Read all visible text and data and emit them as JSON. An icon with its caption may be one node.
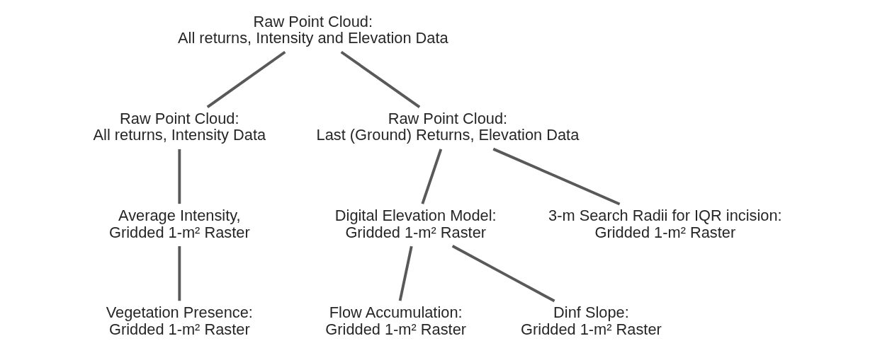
{
  "diagram": {
    "nodes": [
      {
        "text": [
          "Raw Point Cloud: All returns, Intensity and Elevation Data"
        ]
      },
      {
        "text": [
          "Raw Point Cloud: All returns, Intensity Data"
        ]
      },
      {
        "text": [
          "Raw Point Cloud: Last (Ground) Returns, Elevation Data"
        ]
      },
      {
        "text": [
          "Average Intensity, Gridded 1-m² Raster"
        ]
      },
      {
        "text": [
          "Digital Elevation Model: Gridded 1-m² Raster"
        ]
      },
      {
        "text": [
          "3-m Search Radii for IQR incision: Gridded 1-m² Raster"
        ]
      },
      {
        "text": [
          "Vegetation Presence: Gridded 1-m² Raster"
        ]
      },
      {
        "text": [
          "Flow Accumulation: Gridded 1-m² Raster"
        ]
      },
      {
        "text": [
          "Dinf Slope: Gridded 1-m² Raster"
        ]
      }
    ],
    "edges": [
      {
        "from": 0,
        "to": 1,
        "arrow": "none"
      },
      {
        "from": 0,
        "to": 2,
        "arrow": "none"
      },
      {
        "from": 1,
        "to": 3,
        "arrow": "none"
      },
      {
        "from": 2,
        "to": 4,
        "arrow": "none"
      },
      {
        "from": 2,
        "to": 5,
        "arrow": "none"
      },
      {
        "from": 3,
        "to": 6,
        "arrow": "none"
      },
      {
        "from": 4,
        "to": 7,
        "arrow": "none"
      },
      {
        "from": 4,
        "to": 8,
        "arrow": "none"
      }
    ]
  }
}
